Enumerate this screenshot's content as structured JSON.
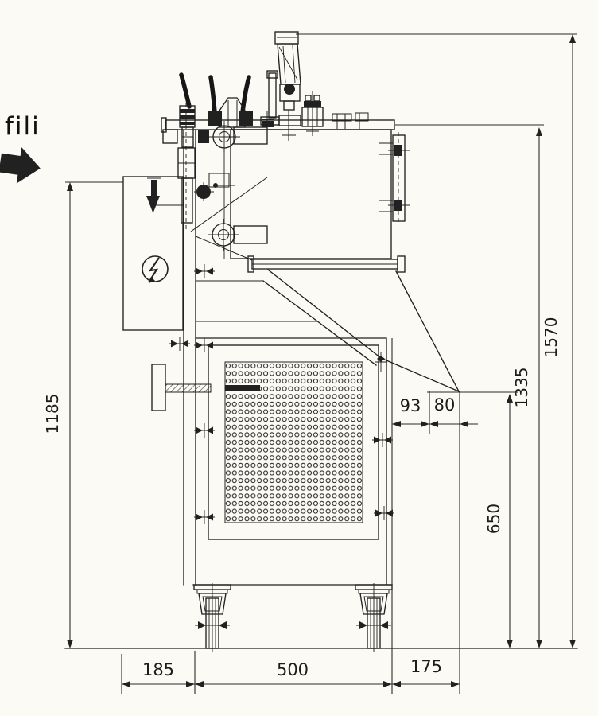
{
  "colors": {
    "background": "#fbfaf5",
    "ink": "#212121"
  },
  "annotations": {
    "feed_label": "fili"
  },
  "symbols": {
    "electrical_panel": "lightning-in-circle"
  },
  "dimensions": {
    "overall_height": "1570",
    "tank_height": "1335",
    "box_height": "1185",
    "outlet_height": "650",
    "outlet_offset": "93",
    "outlet_width": "80",
    "base_left": "185",
    "base_width": "500",
    "base_right": "175"
  }
}
